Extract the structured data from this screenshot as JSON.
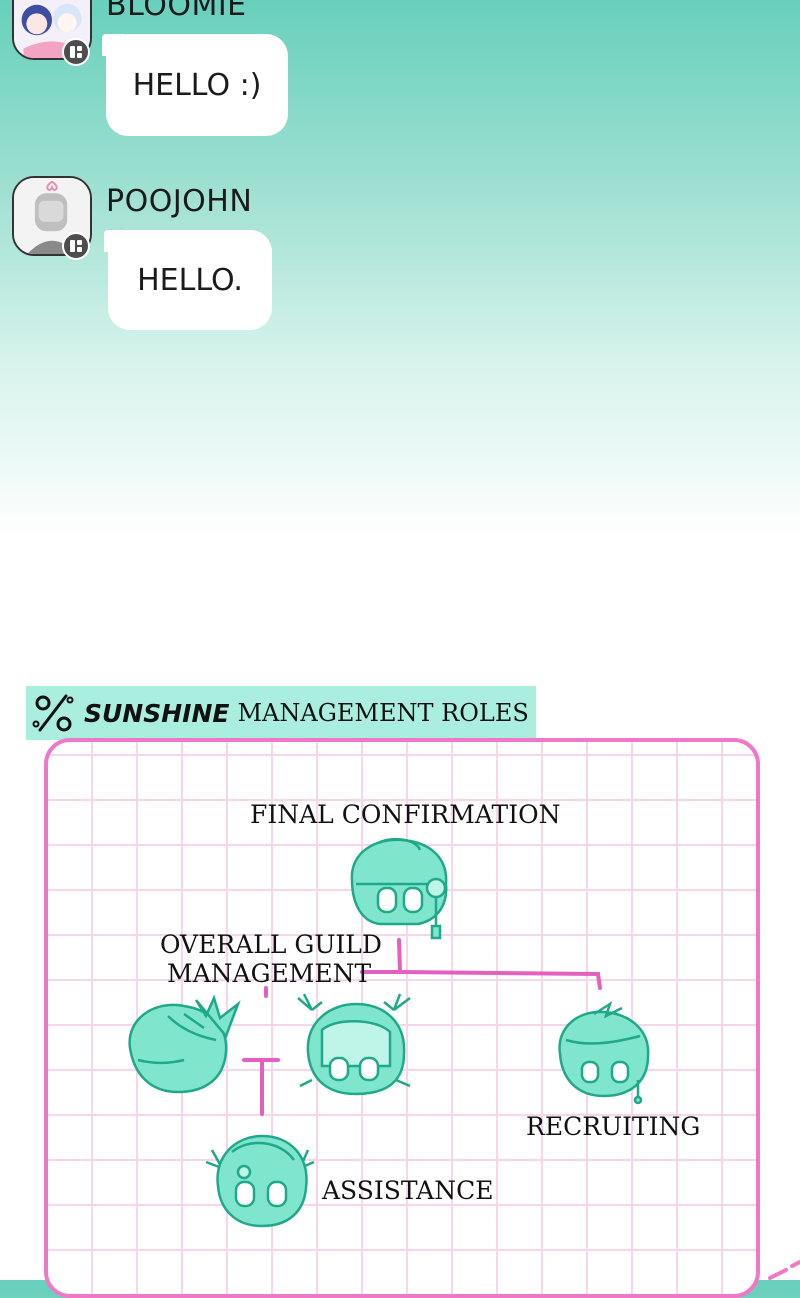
{
  "chat": [
    {
      "username": "BLOOMIE",
      "message": "HELLO :)",
      "avatar_icon": "character-avatar-icon",
      "badge_icon": "app-badge-icon"
    },
    {
      "username": "POOJOHN",
      "message": "HELLO.",
      "avatar_icon": "character-avatar-icon",
      "badge_icon": "app-badge-icon"
    }
  ],
  "chart": {
    "title_emphasis": "SUNSHINE",
    "title_rest": "MANAGEMENT ROLES",
    "icon": "percent-icon",
    "roles": {
      "final": "FINAL CONFIRMATION",
      "overall_line1": "OVERALL GUILD",
      "overall_line2": "MANAGEMENT",
      "recruiting": "RECRUITING",
      "assistance": "ASSISTANCE"
    }
  },
  "colors": {
    "teal_top": "#67d0bc",
    "header_bg": "#a9eedf",
    "board_border": "#f078c8",
    "grid_line": "#f7d5ea",
    "chibi_fill": "#7fe5cc",
    "chibi_stroke": "#1fa98a",
    "connector": "#e35fc0"
  }
}
